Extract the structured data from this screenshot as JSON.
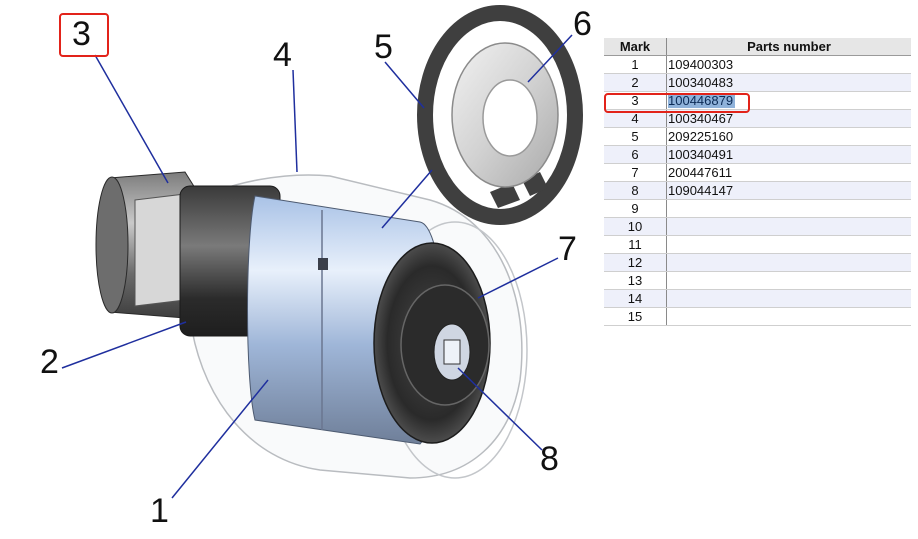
{
  "diagram": {
    "callouts": [
      "1",
      "2",
      "3",
      "4",
      "5",
      "6",
      "7",
      "8"
    ],
    "highlighted_callout": "3",
    "colors": {
      "leader": "#1f2f9e",
      "highlight": "#e2231a",
      "selection": "#8fb2da"
    }
  },
  "parts_table": {
    "headers": {
      "mark": "Mark",
      "parts_number": "Parts number"
    },
    "rows": [
      {
        "mark": "1",
        "part": "109400303"
      },
      {
        "mark": "2",
        "part": "100340483"
      },
      {
        "mark": "3",
        "part": "100446879",
        "selected": true
      },
      {
        "mark": "4",
        "part": "100340467"
      },
      {
        "mark": "5",
        "part": "209225160"
      },
      {
        "mark": "6",
        "part": "100340491"
      },
      {
        "mark": "7",
        "part": "200447611"
      },
      {
        "mark": "8",
        "part": "109044147"
      },
      {
        "mark": "9",
        "part": ""
      },
      {
        "mark": "10",
        "part": ""
      },
      {
        "mark": "11",
        "part": ""
      },
      {
        "mark": "12",
        "part": ""
      },
      {
        "mark": "13",
        "part": ""
      },
      {
        "mark": "14",
        "part": ""
      },
      {
        "mark": "15",
        "part": ""
      }
    ]
  }
}
